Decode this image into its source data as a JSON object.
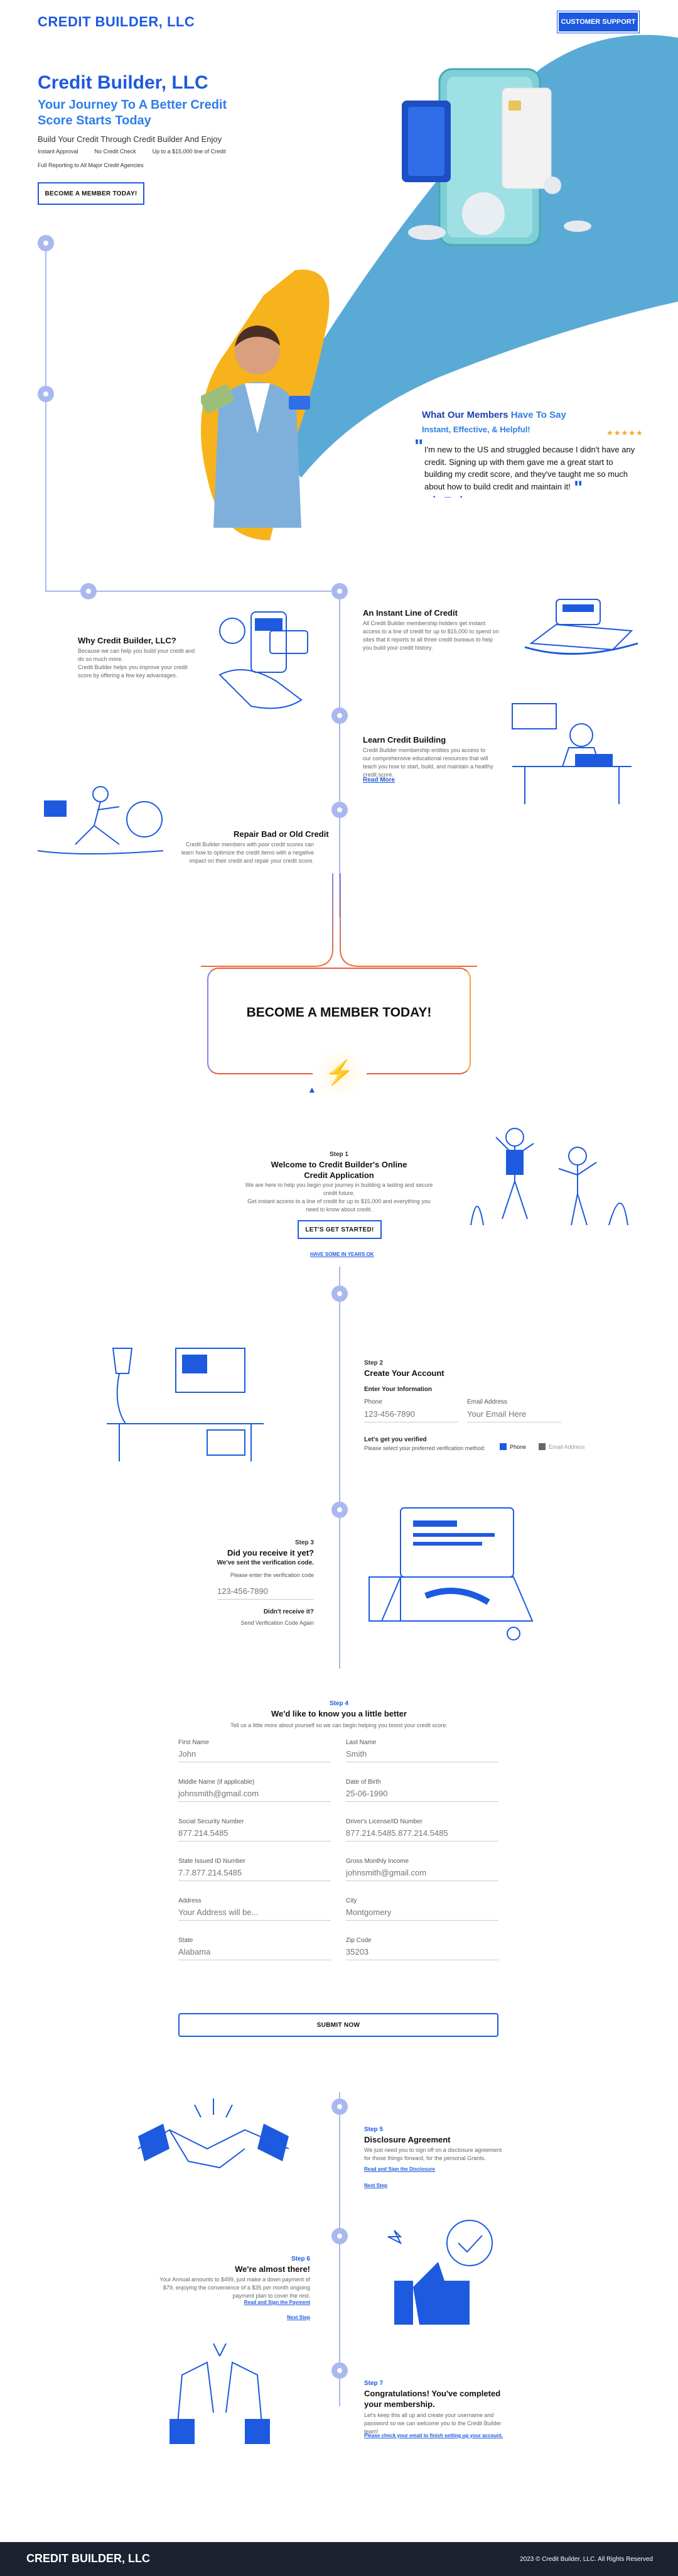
{
  "header": {
    "logo": "CREDIT BUILDER, LLC",
    "support_button": "CUSTOMER SUPPORT"
  },
  "hero": {
    "title": "Credit Builder, LLC",
    "subtitle": "Your Journey To A Better Credit Score Starts Today",
    "tagline": "Build Your Credit Through Credit Builder And Enjoy",
    "features": [
      "Instant Approval",
      "No Credit Check",
      "Up to a $15,000 line of Credit"
    ],
    "reporting": "Full Reporting to All Major Credit Agencies",
    "cta": "BECOME A MEMBER TODAY!"
  },
  "testimonial": {
    "heading_dark": "What Our Members",
    "heading_blue": "Have To Say",
    "sub": "Instant, Effective, & Helpful!",
    "stars": "★★★★★",
    "quote": "I'm new to the US and struggled because I didn't have any credit. Signing up with them gave me a great start to building my credit score, and they've taught me so much about how to build credit and maintain it!"
  },
  "why": {
    "title": "Why Credit Builder, LLC?",
    "p1": "Because we can help you build your credit and do so much more.",
    "p2": "Credit Builder helps you improve your credit score by offering a few key advantages."
  },
  "instant": {
    "title": "An Instant Line of Credit",
    "body": "All Credit Builder membership holders get instant access to a line of credit for up to $15,000 to spend on sites that it reports to all three credit bureaus to help you build your credit history."
  },
  "learn": {
    "title": "Learn Credit Building",
    "body": "Credit Builder membership entitles you access to our comprehensive educational resources that will teach you how to start, build, and maintain a healthy credit score.",
    "link": "Read More"
  },
  "repair": {
    "title": "Repair Bad or Old Credit",
    "body": "Credit Builder members with poor credit scores can learn how to optimize the credit items with a negative impact on their credit and repair your credit score."
  },
  "member_box": {
    "title": "BECOME A MEMBER TODAY!"
  },
  "step1": {
    "step": "Step 1",
    "title": "Welcome to Credit Builder's Online Credit Application",
    "p1": "We are here to help you begin your journey in building a lasting and secure credit future.",
    "p2": "Get instant access to a line of credit for up to $15,000 and everything you need to know about credit.",
    "button": "LET'S GET STARTED!",
    "link": "HAVE SOME IN YEARS OK"
  },
  "step2": {
    "step": "Step 2",
    "title": "Create Your Account",
    "enter_info": "Enter Your Information",
    "phone_label": "Phone",
    "phone_placeholder": "123-456-7890",
    "email_label": "Email Address",
    "email_placeholder": "Your Email Here",
    "verify_title": "Let's get you verified",
    "verify_sub": "Please select your preferred verification method:",
    "opt_phone": "Phone",
    "opt_email": "Email Address"
  },
  "step3": {
    "step": "Step 3",
    "title": "Did you receive it yet?",
    "sent": "We've sent the verification code.",
    "enter_code": "Please enter the verification code",
    "code_placeholder": "123-456-7890",
    "didnt": "Didn't receive it?",
    "resend": "Send Verification Code Again"
  },
  "step4": {
    "step": "Step 4",
    "title": "We'd like to know you a little better",
    "sub": "Tell us a little more about yourself so we can begin helping you boost your credit score.",
    "fields": [
      {
        "label": "First Name",
        "placeholder": "John"
      },
      {
        "label": "Last Name",
        "placeholder": "Smith"
      },
      {
        "label": "Middle Name (if applicable)",
        "placeholder": "johnsmith@gmail.com"
      },
      {
        "label": "Date of Birth",
        "placeholder": "25-06-1990"
      },
      {
        "label": "Social Security Number",
        "placeholder": "877.214.5485"
      },
      {
        "label": "Driver's License/ID Number",
        "placeholder": "877.214.5485.877.214.5485"
      },
      {
        "label": "State Issued ID Number",
        "placeholder": "7.7.877.214.5485"
      },
      {
        "label": "Gross Monthly Income",
        "placeholder": "johnsmith@gmail.com"
      },
      {
        "label": "Address",
        "placeholder": "Your Address will be..."
      },
      {
        "label": "City",
        "placeholder": "Montgomery"
      },
      {
        "label": "State",
        "placeholder": "Alabama"
      },
      {
        "label": "Zip Code",
        "placeholder": "35203"
      }
    ],
    "submit": "SUBMIT NOW"
  },
  "step5": {
    "step": "Step 5",
    "title": "Disclosure Agreement",
    "body": "We just need you to sign off on a disclosure agreement for those things forward, for the personal Grants.",
    "link1": "Read and Sign the Disclosure",
    "link2": "Next Step"
  },
  "step6": {
    "step": "Step 6",
    "title": "We're almost there!",
    "body": "Your Annual amounts to $499, just make a down payment of $79, enjoying the convenience of a $35 per month ongoing payment plan to cover the rest.",
    "link1": "Read and Sign the Payment",
    "link2": "Next Step"
  },
  "step7": {
    "step": "Step 7",
    "title": "Congratulations! You've completed your membership.",
    "body": "Let's keep this all up and create your username and password so we can welcome you to the Credit Builder team!",
    "link": "Please check your email to finish setting up your account."
  },
  "footer": {
    "logo": "CREDIT BUILDER, LLC",
    "copyright": "2023 © Credit Builder, LLC. All Rights Reserved"
  },
  "colors": {
    "primary": "#1d5ae0",
    "sky": "#5aaad6",
    "accent": "#f7b31b",
    "footer": "#1c2230"
  }
}
